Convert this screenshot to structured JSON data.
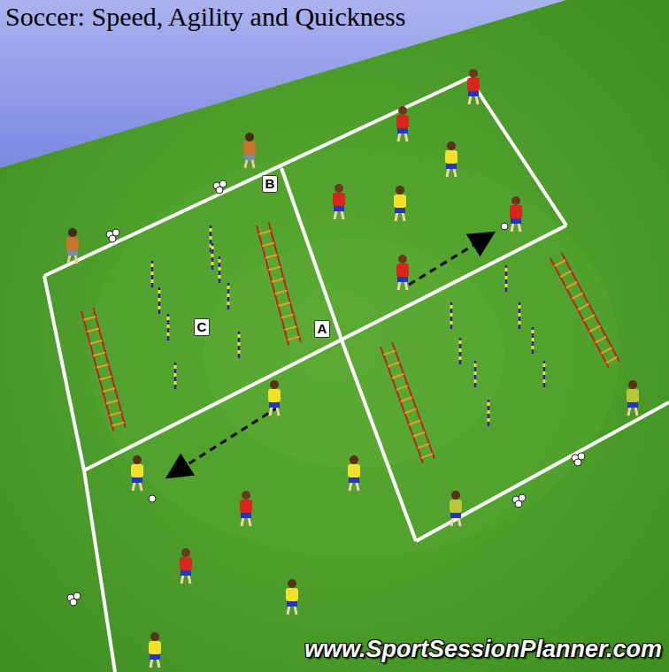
{
  "diagram": {
    "title": "Soccer: Speed, Agility and Quickness",
    "labels": [
      "B",
      "C",
      "A",
      "www.SportSessionPlanner.com"
    ]
  }
}
